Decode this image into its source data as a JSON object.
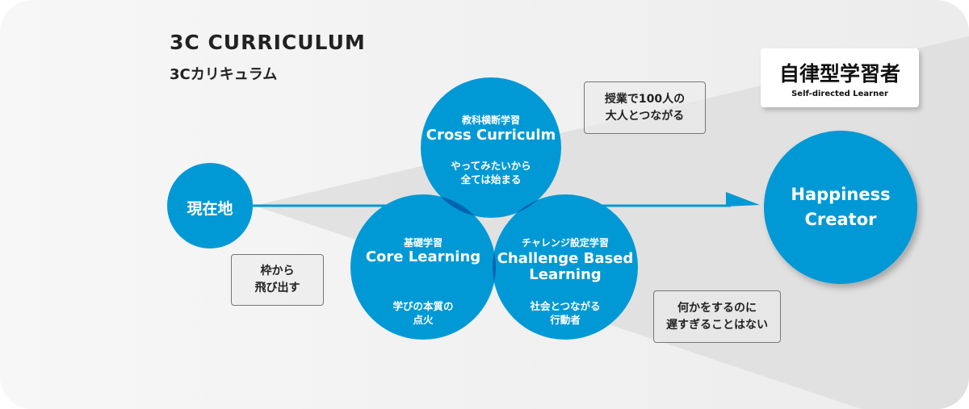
{
  "title": "3C CURRICULUM",
  "subtitle": "3Cカリキュラム",
  "start": {
    "label": "現在地"
  },
  "goal": {
    "line1": "Happiness",
    "line2": "Creator"
  },
  "goal_label": {
    "jp": "自律型学習者",
    "en": "Self-directed Learner"
  },
  "circles": {
    "cross": {
      "jp": "教科横断学習",
      "en": "Cross Curriculm",
      "desc1": "やってみたいから",
      "desc2": "全ては始まる"
    },
    "core": {
      "jp": "基礎学習",
      "en": "Core Learning",
      "desc1": "学びの本質の",
      "desc2": "点火"
    },
    "challenge": {
      "jp": "チャレンジ設定学習",
      "en1": "Challenge Based",
      "en2": "Learning",
      "desc1": "社会とつながる",
      "desc2": "行動者"
    }
  },
  "notes": {
    "break_out": {
      "line1": "枠から",
      "line2": "飛び出す"
    },
    "connect": {
      "line1": "授業で100人の",
      "line2": "大人とつながる"
    },
    "never_late": {
      "line1": "何かをするのに",
      "line2": "遅すぎることはない"
    }
  },
  "colors": {
    "primary": "#0099d5",
    "overlap": "#0063b1",
    "cone": "#dedede"
  }
}
